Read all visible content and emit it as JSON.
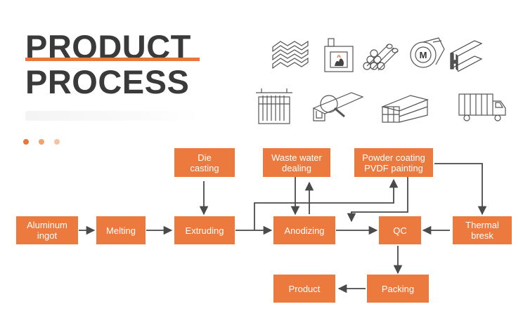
{
  "title": {
    "line1": "PRODUCT",
    "line2": "PROCESS"
  },
  "colors": {
    "accent": "#ec7a3f",
    "title": "#3a3a3a",
    "arrow": "#4a4a4a",
    "dots": [
      "#e8773a",
      "#efa36f",
      "#f3c4a0"
    ]
  },
  "illustrations": [
    "stacked-profiles-icon",
    "furnace-icon",
    "round-bars-icon",
    "extrusion-die-icon",
    "h-profile-icon",
    "anodizing-tank-icon",
    "inspection-tool-icon",
    "packed-profiles-icon",
    "delivery-truck-icon"
  ],
  "nodes": {
    "aluminum_ingot": "Aluminum\ningot",
    "melting": "Melting",
    "extruding": "Extruding",
    "die_casting": "Die\ncasting",
    "waste_water": "Waste water\ndealing",
    "powder_coating": "Powder coating\nPVDF painting",
    "anodizing": "Anodizing",
    "qc": "QC",
    "thermal": "Thermal\nbresk",
    "packing": "Packing",
    "product": "Product"
  }
}
